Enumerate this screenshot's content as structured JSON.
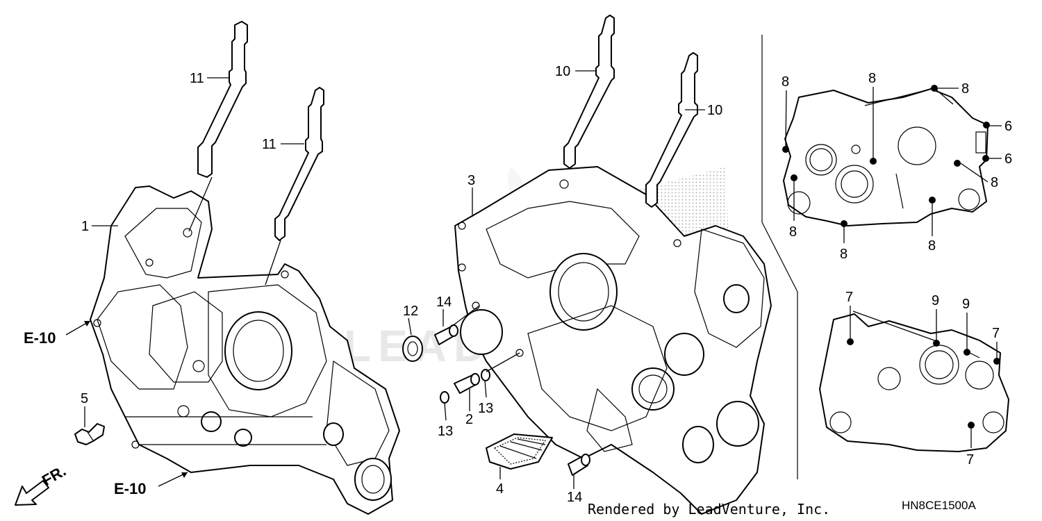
{
  "diagram": {
    "parts": [
      {
        "ref": "1"
      },
      {
        "ref": "2"
      },
      {
        "ref": "3"
      },
      {
        "ref": "4"
      },
      {
        "ref": "5"
      },
      {
        "ref": "6"
      },
      {
        "ref": "7"
      },
      {
        "ref": "8"
      },
      {
        "ref": "9"
      },
      {
        "ref": "10"
      },
      {
        "ref": "11"
      },
      {
        "ref": "12"
      },
      {
        "ref": "13"
      },
      {
        "ref": "14"
      }
    ],
    "section_refs": [
      "E-10",
      "E-10"
    ],
    "front_marker": "FR.",
    "watermark": "LEADVENTURE",
    "footer": "Rendered by LeadVenture, Inc.",
    "diagram_code": "HN8CE1500A"
  }
}
